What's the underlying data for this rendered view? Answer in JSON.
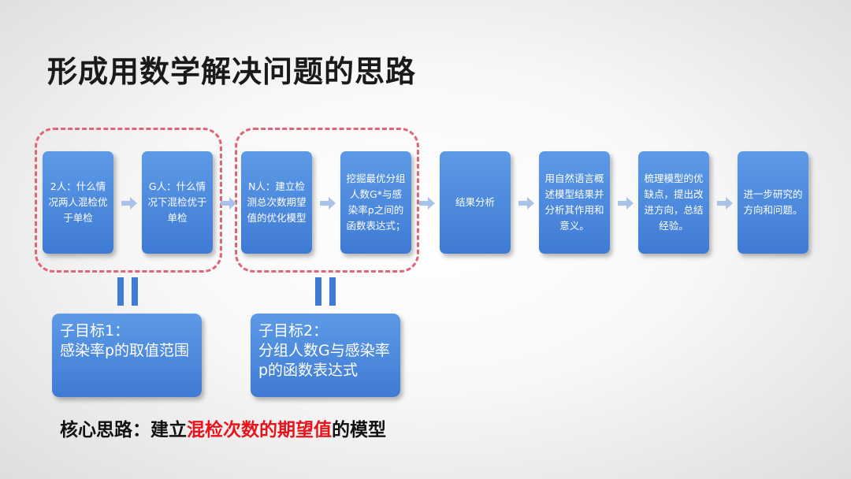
{
  "title": "形成用数学解决问题的思路",
  "steps": [
    {
      "text": "2人：什么情况两人混检优于单检"
    },
    {
      "text": "G人：什么情况下混检优于单检"
    },
    {
      "text": "N人：建立检测总次数期望值的优化模型"
    },
    {
      "text": "挖掘最优分组人数G*与感染率p之间的函数表达式；"
    },
    {
      "text": "结果分析"
    },
    {
      "text": "用自然语言概述模型结果并分析其作用和意义。"
    },
    {
      "text": "梳理模型的优缺点，提出改进方向，总结经验。"
    },
    {
      "text": "进一步研究的方向和问题。"
    }
  ],
  "subgoals": [
    {
      "label": "子目标1：",
      "body": "感染率p的取值范围"
    },
    {
      "label": "子目标2：",
      "body": "分组人数G与感染率p的函数表达式"
    }
  ],
  "core": {
    "prefix": "核心思路：建立",
    "highlight": "混检次数的期望值",
    "suffix": "的模型"
  },
  "colors": {
    "box_blue": "#3f7bd4",
    "dash_pink": "#e06677",
    "arrow_blue": "#a9c3e8",
    "highlight_red": "#e8141c"
  }
}
